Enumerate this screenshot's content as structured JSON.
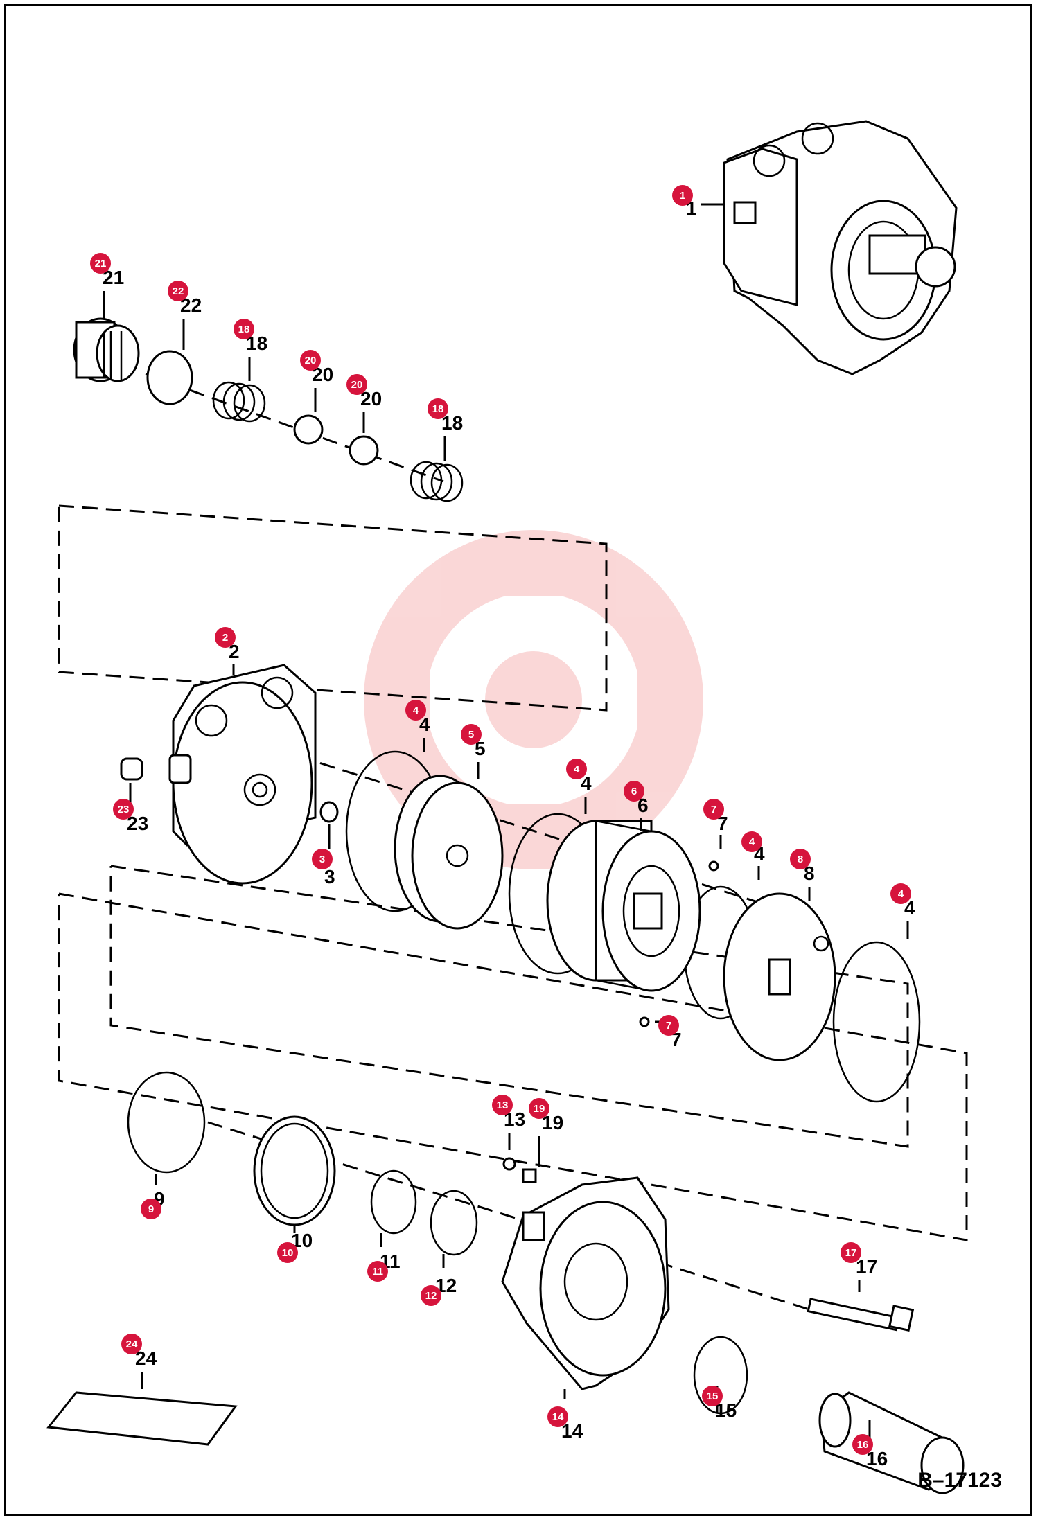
{
  "drawing_number": "B–17123",
  "colors": {
    "badge": "#d6143c",
    "watermark": "#f6b8b8",
    "line": "#000000"
  },
  "parts": [
    {
      "id": "1",
      "label": "1"
    },
    {
      "id": "2",
      "label": "2"
    },
    {
      "id": "3",
      "label": "3"
    },
    {
      "id": "4a",
      "label": "4"
    },
    {
      "id": "4b",
      "label": "4"
    },
    {
      "id": "4c",
      "label": "4"
    },
    {
      "id": "4d",
      "label": "4"
    },
    {
      "id": "5",
      "label": "5"
    },
    {
      "id": "6",
      "label": "6"
    },
    {
      "id": "7a",
      "label": "7"
    },
    {
      "id": "7b",
      "label": "7"
    },
    {
      "id": "8",
      "label": "8"
    },
    {
      "id": "9",
      "label": "9"
    },
    {
      "id": "10",
      "label": "10"
    },
    {
      "id": "11",
      "label": "11"
    },
    {
      "id": "12",
      "label": "12"
    },
    {
      "id": "13",
      "label": "13"
    },
    {
      "id": "14",
      "label": "14"
    },
    {
      "id": "15",
      "label": "15"
    },
    {
      "id": "16",
      "label": "16"
    },
    {
      "id": "17",
      "label": "17"
    },
    {
      "id": "18a",
      "label": "18"
    },
    {
      "id": "18b",
      "label": "18"
    },
    {
      "id": "19",
      "label": "19"
    },
    {
      "id": "20a",
      "label": "20"
    },
    {
      "id": "20b",
      "label": "20"
    },
    {
      "id": "21",
      "label": "21"
    },
    {
      "id": "22",
      "label": "22"
    },
    {
      "id": "23",
      "label": "23"
    },
    {
      "id": "24",
      "label": "24"
    }
  ]
}
